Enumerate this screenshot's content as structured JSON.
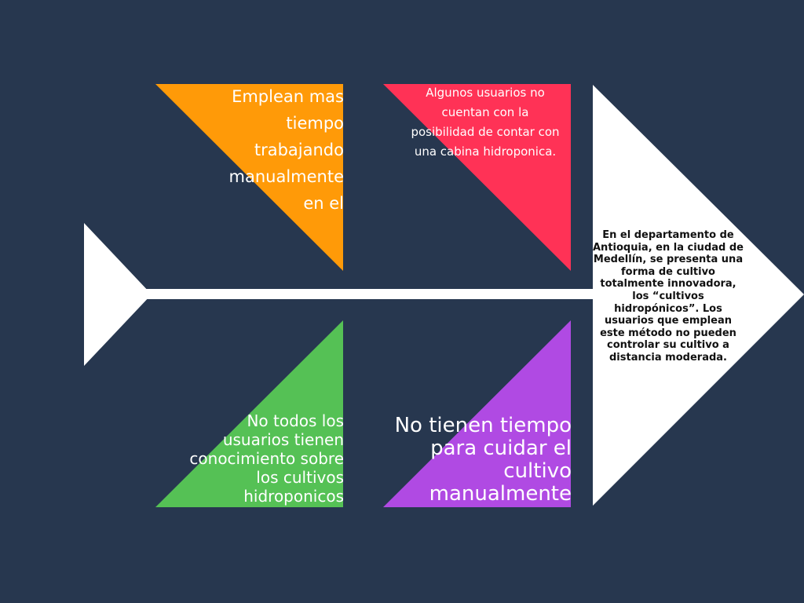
{
  "colors": {
    "background": "#27374f",
    "spine": "#ffffff",
    "tail": "#ffffff",
    "head": "#ffffff",
    "orange": "#ff9a08",
    "red": "#ff3256",
    "green": "#55c155",
    "purple": "#b04ae3",
    "cause_text": "#ffffff",
    "effect_text": "#111111"
  },
  "causes": {
    "top_left": "Emplean mas tiempo trabajando manualmente en el",
    "top_right": "Algunos usuarios no cuentan con la posibilidad de contar con una cabina hidroponica.",
    "bottom_left": "No todos los usuarios tienen conocimiento sobre los cultivos hidroponicos",
    "bottom_right": "No tienen tiempo para cuidar el cultivo manualmente"
  },
  "effect": {
    "text": "En el departamento de Antioquia, en la ciudad de Medellín, se presenta una forma de cultivo totalmente innovadora, los “cultivos hidropónicos”. Los usuarios que emplean este método no pueden controlar su cultivo a distancia moderada."
  }
}
